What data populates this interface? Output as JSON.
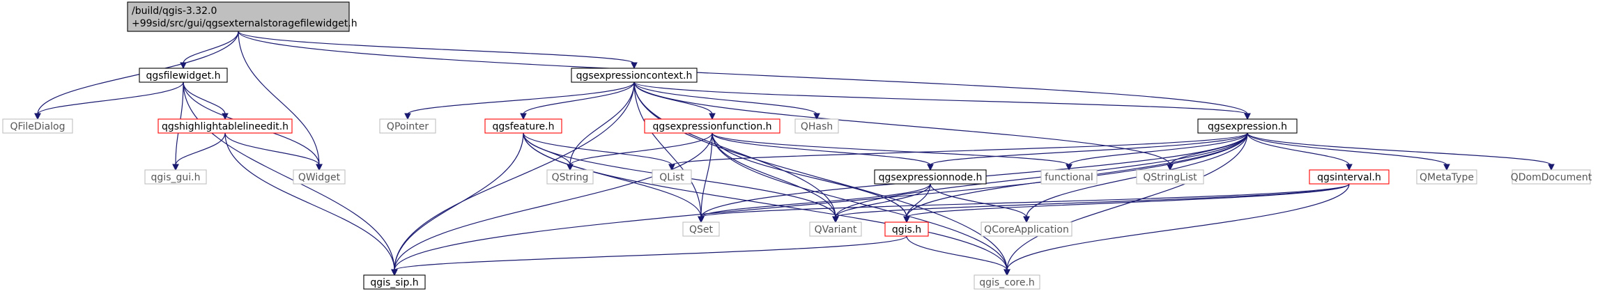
{
  "root": {
    "line1": "/build/qgis-3.32.0",
    "line2": "+99sid/src/gui/qgsexternalstoragefilewidget.h"
  },
  "nodes": {
    "root": "/build/qgis-3.32.0",
    "qgsfilewidget_h": "qgsfilewidget.h",
    "qgsexpressioncontext_h": "qgsexpressioncontext.h",
    "qgsexpression_h": "qgsexpression.h",
    "QFileDialog": "QFileDialog",
    "qgshighlightablelineedit_h": "qgshighlightablelineedit.h",
    "qgis_gui_h": "qgis_gui.h",
    "QWidget": "QWidget",
    "qgis_sip_h": "qgis_sip.h",
    "QPointer": "QPointer",
    "qgsfeature_h": "qgsfeature.h",
    "qgsexpressionfunction_h": "qgsexpressionfunction.h",
    "QHash": "QHash",
    "QString": "QString",
    "QList": "QList",
    "QSet": "QSet",
    "QVariant": "QVariant",
    "qgsexpressionnode_h": "qgsexpressionnode.h",
    "functional": "functional",
    "QStringList": "QStringList",
    "qgsinterval_h": "qgsinterval.h",
    "QMetaType": "QMetaType",
    "QDomDocument": "QDomDocument",
    "qgis_h": "qgis.h",
    "QCoreApplication": "QCoreApplication",
    "qgis_core_h": "qgis_core.h"
  },
  "colors": {
    "edge": "#191970",
    "root_fill": "#bfbfbf",
    "solid_border": "#000000",
    "truncated_border": "#ff0000",
    "external_border": "#bfbfbf",
    "external_text": "#555555"
  }
}
